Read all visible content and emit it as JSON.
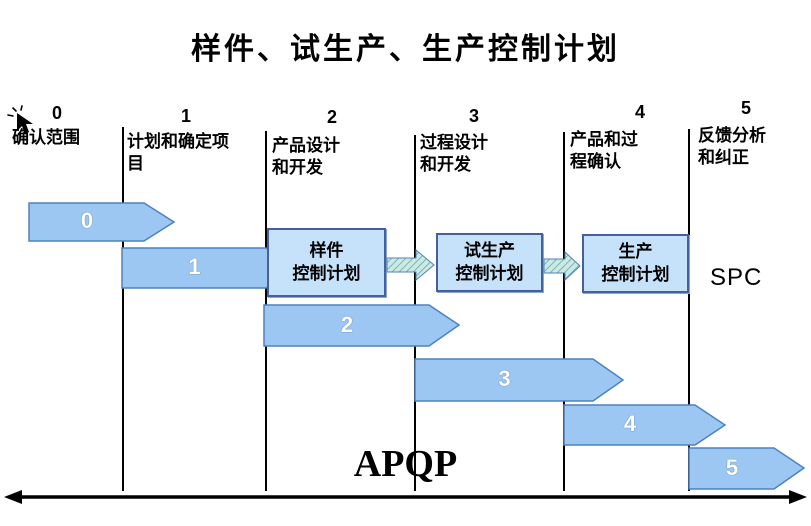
{
  "title": "样件、试生产、生产控制计划",
  "phases": [
    {
      "number": "0",
      "label": "确认范围"
    },
    {
      "number": "1",
      "label": "计划和确定项目"
    },
    {
      "number": "2",
      "label": "产品设计和开发"
    },
    {
      "number": "3",
      "label": "过程设计和开发"
    },
    {
      "number": "4",
      "label": "产品和过程确认"
    },
    {
      "number": "5",
      "label": "反馈分析和纠正"
    }
  ],
  "bars": [
    "0",
    "1",
    "2",
    "3",
    "4",
    "5"
  ],
  "control_plans": [
    {
      "lines": [
        "样件",
        "控制计划"
      ]
    },
    {
      "lines": [
        "试生产",
        "控制计划"
      ]
    },
    {
      "lines": [
        "生产",
        "控制计划"
      ]
    }
  ],
  "spc_label": "SPC",
  "apqp_label": "APQP",
  "colors": {
    "bar_fill": "#9CC7F2",
    "bar_border": "#4F81BD",
    "box_fill": "#C6E2FA",
    "box_border": "#44619E",
    "hatch_bg": "#CDE9E5",
    "hatch_line": "#78B6AE"
  }
}
